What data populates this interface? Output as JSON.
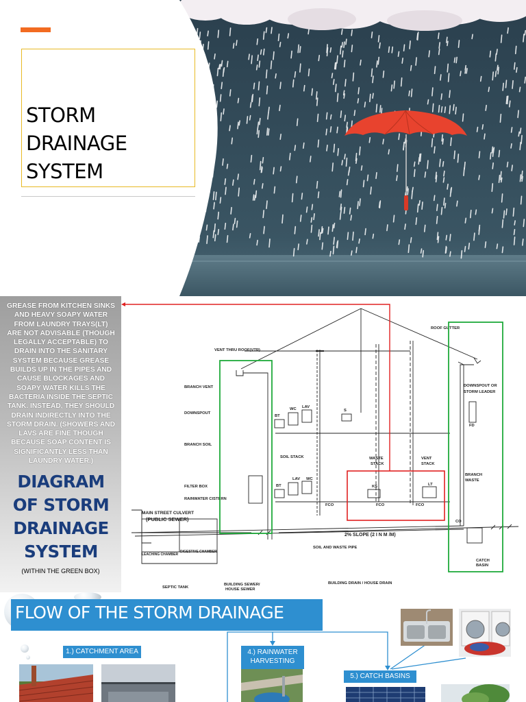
{
  "slide1": {
    "title_lines": [
      "STORM",
      "DRAINAGE",
      "SYSTEM"
    ]
  },
  "slide2": {
    "note": "GREASE FROM KITCHEN SINKS AND HEAVY SOAPY WATER FROM LAUNDRY TRAYS(LT) ARE NOT ADVISABLE (THOUGH LEGALLY ACCEPTABLE) TO DRAIN INTO THE SANITARY SYSTEM BECAUSE GREASE BUILDS UP IN THE PIPES AND CAUSE BLOCKAGES AND SOAPY WATER KILLS THE BACTERIA INSIDE THE SEPTIC TANK. INSTEAD, THEY SHOULD DRAIN INDIRECTLY INTO THE STORM DRAIN. (SHOWERS AND LAVS ARE FINE THOUGH BECAUSE SOAP CONTENT IS SIGNIFICANTLY LESS THAN LAUNDRY WATER.)",
    "title_lines": [
      "DIAGRAM",
      "OF STORM",
      "DRAINAGE",
      "SYSTEM"
    ],
    "subtitle": "(WITHIN THE GREEN BOX)",
    "labels": {
      "roof_gutter": "ROOF GUTTER",
      "vent_thru_roof": "VENT THRU ROOF(VTR)",
      "branch_vent": "BRANCH VENT",
      "downspout": "DOWNSPOUT",
      "downspout_or": "DOWNSPOUT OR",
      "storm_leader": "STORM LEADER",
      "branch_soil": "BRANCH SOIL",
      "soil_stack": "SOIL STACK",
      "waste": "WASTE",
      "stack": "STACK",
      "vent": "VENT",
      "filter_box": "FILTER BOX",
      "rainwater_cistern": "RAINWATER CISTERN",
      "branch": "BRANCH",
      "waste2": "WASTE",
      "main_street_culvert": "MAIN STREET CULVERT",
      "public_sewer": "(PUBLIC SEWER)",
      "slope": "2% SLOPE (2 I N M /M)",
      "soil_waste_pipe": "SOIL AND WASTE PIPE",
      "leaching_chamber": "LEACHING CHAMBER",
      "digestive_chamber": "DIGESTIVE CHAMBER",
      "septic_tank": "SEPTIC TANK",
      "building_sewer": "BUILDING SEWER/",
      "house_sewer": "HOUSE SEWER",
      "building_drain": "BUILDING DRAIN / HOUSE DRAIN",
      "catch": "CATCH",
      "basin": "BASIN",
      "bt": "BT",
      "wc": "WC",
      "lav": "LAV",
      "s": "S",
      "fd": "FD",
      "ks": "KS",
      "lt": "LT",
      "fco": "FCO",
      "co": "CO"
    }
  },
  "slide3": {
    "title": "FLOW OF THE STORM DRAINAGE",
    "steps": {
      "step1": "1.) CATCHMENT AREA",
      "step4_line1": "4.) RAINWATER",
      "step4_line2": "HARVESTING",
      "step5": "5.) CATCH BASINS"
    }
  },
  "colors": {
    "accent": "#f26b21",
    "title_border": "#e8b923",
    "diagram_title": "#1a3d7c",
    "flow_blue": "#2e8fd0",
    "green_box": "#1faa3a",
    "red_box": "#e02020"
  }
}
